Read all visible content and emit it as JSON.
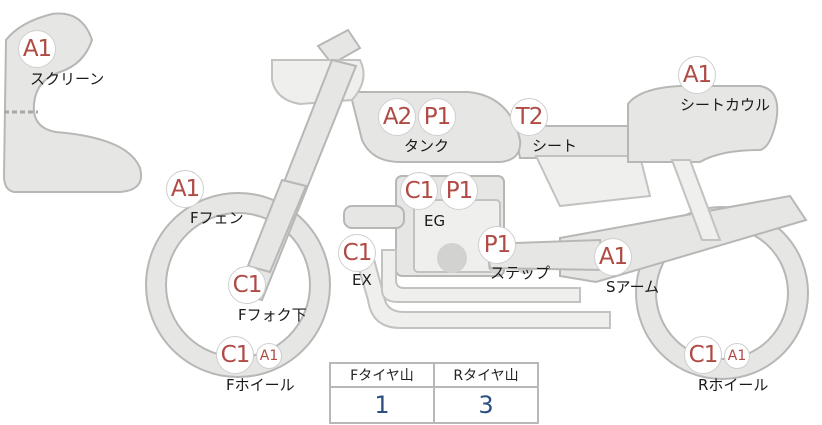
{
  "parts": {
    "screen": {
      "label": "スクリーン",
      "codes": [
        "A1"
      ]
    },
    "seat_cowl": {
      "label": "シートカウル",
      "codes": [
        "A1"
      ]
    },
    "tank": {
      "label": "タンク",
      "codes": [
        "A2",
        "P1"
      ]
    },
    "seat": {
      "label": "シート",
      "codes": [
        "T2"
      ]
    },
    "f_fender": {
      "label": "Fフェン",
      "codes": [
        "A1"
      ]
    },
    "engine": {
      "label": "EG",
      "codes": [
        "C1",
        "P1"
      ]
    },
    "exhaust": {
      "label": "EX",
      "codes": [
        "C1"
      ]
    },
    "step": {
      "label": "ステップ",
      "codes": [
        "P1"
      ]
    },
    "swing_arm": {
      "label": "Sアーム",
      "codes": [
        "A1"
      ]
    },
    "f_fork": {
      "label": "Fフォク下",
      "codes": [
        "C1"
      ]
    },
    "f_wheel": {
      "label": "Fホイール",
      "codes": [
        "C1",
        "A1"
      ]
    },
    "r_wheel": {
      "label": "Rホイール",
      "codes": [
        "C1",
        "A1"
      ]
    }
  },
  "tire_table": {
    "headers": [
      "Fタイヤ山",
      "Rタイヤ山"
    ],
    "values": [
      "1",
      "3"
    ]
  }
}
